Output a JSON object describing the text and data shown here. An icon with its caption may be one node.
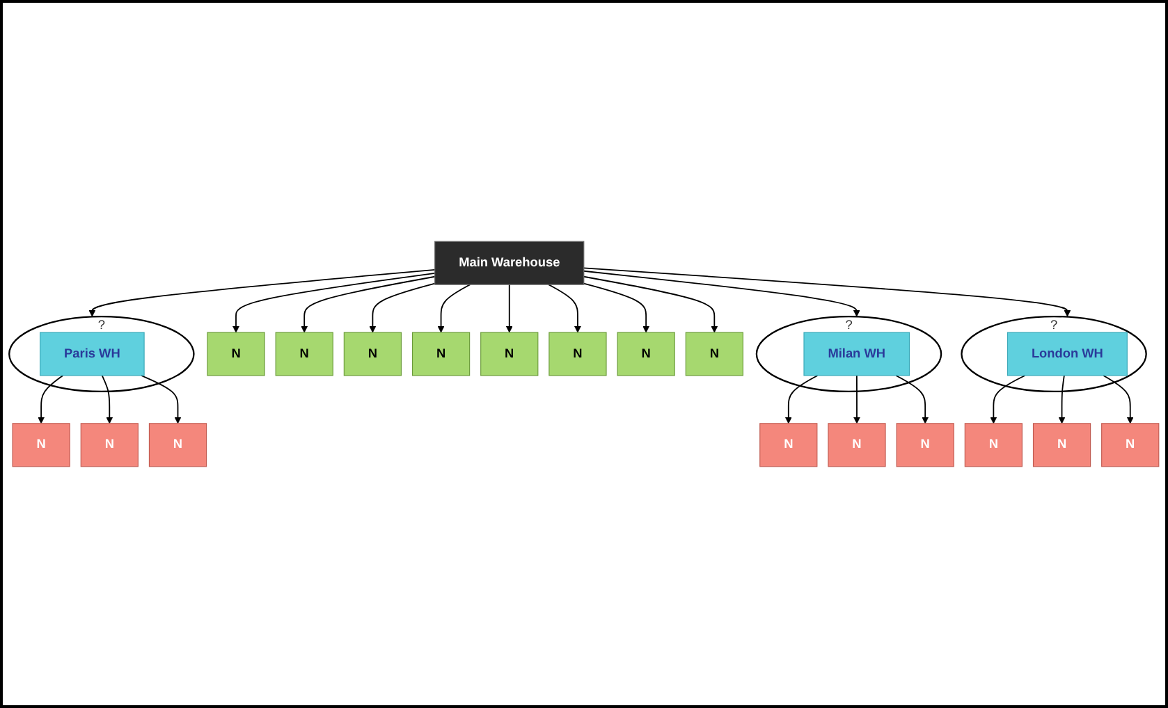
{
  "diagram": {
    "nodes": [
      {
        "text": [
          "Main Warehouse"
        ]
      },
      {
        "text": [],
        "shape": "circle",
        "beside": [
          "?"
        ]
      },
      {
        "text": [
          "Paris WH"
        ],
        "in": 1
      },
      {
        "text": [
          "N"
        ]
      },
      {
        "text": [
          "N"
        ]
      },
      {
        "text": [
          "N"
        ]
      },
      {
        "text": [],
        "shape": "circle",
        "beside": [
          "?"
        ]
      },
      {
        "text": [
          "Milan WH"
        ],
        "in": 6
      },
      {
        "text": [
          "N"
        ]
      },
      {
        "text": [
          "N"
        ]
      },
      {
        "text": [
          "N"
        ]
      },
      {
        "text": [
          "N"
        ]
      },
      {
        "text": [
          "N"
        ]
      },
      {
        "text": [
          "N"
        ]
      },
      {
        "text": [
          "N"
        ]
      },
      {
        "text": [
          "N"
        ]
      },
      {
        "text": [
          "N"
        ]
      },
      {
        "text": [
          "N"
        ]
      },
      {
        "text": [
          "N"
        ]
      },
      {
        "text": [],
        "shape": "circle",
        "beside": [
          "?"
        ]
      },
      {
        "text": [
          "London WH"
        ],
        "in": 19
      },
      {
        "text": [
          "N"
        ]
      },
      {
        "text": [
          "N"
        ]
      },
      {
        "text": [
          "N"
        ]
      }
    ],
    "edges": [
      {
        "from": 0,
        "to": 1,
        "arrow": "to"
      },
      {
        "from": 2,
        "to": 3,
        "arrow": "to"
      },
      {
        "from": 2,
        "to": 4,
        "arrow": "to"
      },
      {
        "from": 2,
        "to": 5,
        "arrow": "to"
      },
      {
        "from": 0,
        "to": 6,
        "arrow": "to"
      },
      {
        "from": 7,
        "to": 8,
        "arrow": "to"
      },
      {
        "from": 7,
        "to": 9,
        "arrow": "to"
      },
      {
        "from": 7,
        "to": 10,
        "arrow": "to"
      },
      {
        "from": 0,
        "to": 11,
        "arrow": "to"
      },
      {
        "from": 0,
        "to": 12,
        "arrow": "to"
      },
      {
        "from": 0,
        "to": 13,
        "arrow": "to"
      },
      {
        "from": 0,
        "to": 14,
        "arrow": "to"
      },
      {
        "from": 0,
        "to": 15,
        "arrow": "to"
      },
      {
        "from": 0,
        "to": 16,
        "arrow": "to"
      },
      {
        "from": 0,
        "to": 17,
        "arrow": "to"
      },
      {
        "from": 0,
        "to": 18,
        "arrow": "to"
      },
      {
        "from": 0,
        "to": 19,
        "arrow": "to"
      },
      {
        "from": 20,
        "to": 21,
        "arrow": "to"
      },
      {
        "from": 20,
        "to": 22,
        "arrow": "to"
      },
      {
        "from": 20,
        "to": 23,
        "arrow": "to"
      }
    ]
  }
}
